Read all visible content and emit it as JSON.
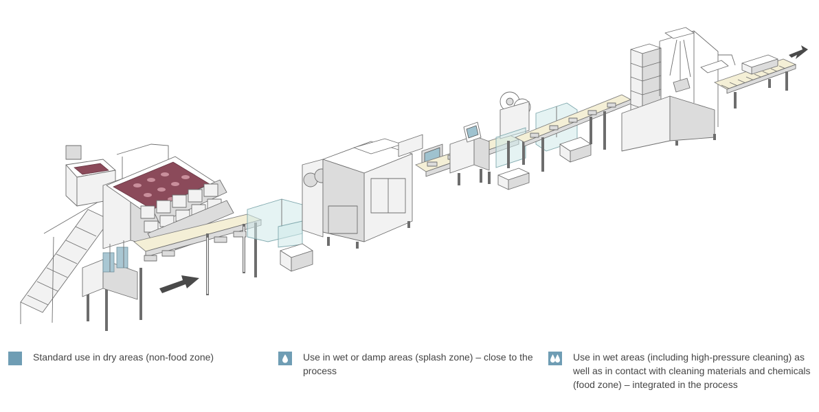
{
  "colors": {
    "legend_icon": "#6f9db4",
    "legend_text": "#444444",
    "glass_zone": "#cfe9ea",
    "product": "#8b4a5a",
    "conveyor": "#f4efd6",
    "arrow": "#4a4a4a"
  },
  "legend": {
    "items": [
      {
        "icon": "square-icon",
        "text": "Standard use in dry areas (non-food zone)"
      },
      {
        "icon": "drop-icon",
        "text": "Use in wet or damp areas (splash zone) – close to the process"
      },
      {
        "icon": "double-drop-icon",
        "text": "Use in wet areas (including high-pressure cleaning) as well as in contact with cleaning materials and chemicals (food zone) – integrated in the process"
      }
    ]
  }
}
